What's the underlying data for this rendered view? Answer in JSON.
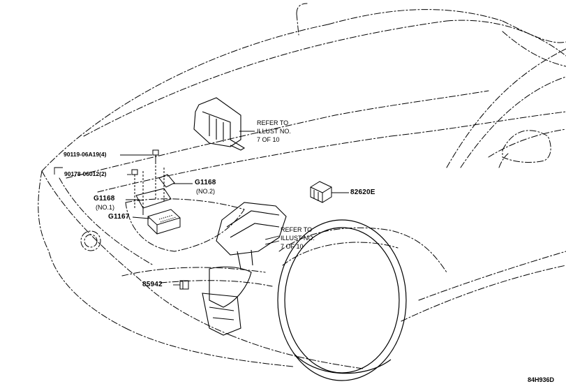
{
  "labels": {
    "bolt": "90119-06A19",
    "bolt_qty": "(4)",
    "nut": "90178-06012",
    "nut_qty": "(2)",
    "bracket_no2": "G1168",
    "bracket_no2_note": "(NO.2)",
    "bracket_no1": "G1168",
    "bracket_no1_note": "(NO.1)",
    "ecu": "G1167",
    "sensor_block": "82620E",
    "connector": "85942"
  },
  "references": {
    "upper": [
      "REFER TO",
      "ILLUST NO.",
      "7 OF 10"
    ],
    "middle": [
      "REFER TO",
      "ILLUST NO.",
      "7 OF 10"
    ]
  },
  "catalog_code": "84H936D",
  "colors": {
    "line": "#000000",
    "background": "#ffffff"
  }
}
